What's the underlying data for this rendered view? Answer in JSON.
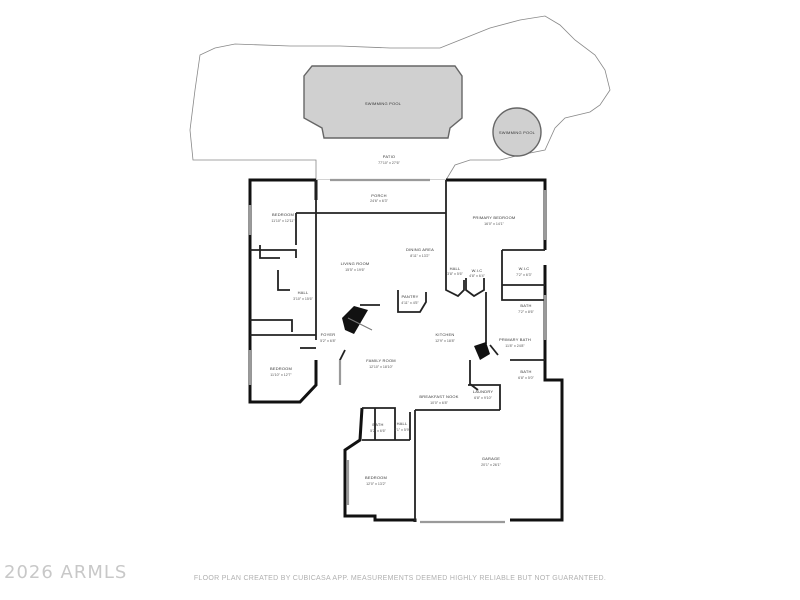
{
  "rooms": {
    "pool": {
      "name": "SWIMMING POOL"
    },
    "spa": {
      "name": "SWIMMING POOL"
    },
    "patio": {
      "name": "PATIO",
      "dims": "77'10\" x 27'6\""
    },
    "porch": {
      "name": "PORCH",
      "dims": "24'6\" x 6'3\""
    },
    "bedroom_nw": {
      "name": "BEDROOM",
      "dims": "11'10\" x 12'11\""
    },
    "living_room": {
      "name": "LIVING ROOM",
      "dims": "15'5\" x 19'6\""
    },
    "dining_area": {
      "name": "DINING AREA",
      "dims": "8'11\" x 13'2\""
    },
    "primary_bedroom": {
      "name": "PRIMARY BEDROOM",
      "dims": "16'0\" x 14'1\""
    },
    "hall_primary": {
      "name": "HALL",
      "dims": "3'8\" x 5'6\""
    },
    "wic_small": {
      "name": "W.I.C",
      "dims": "4'8\" x 6'4\""
    },
    "wic_large": {
      "name": "W.I.C",
      "dims": "7'2\" x 6'3\""
    },
    "bath_primary_upper": {
      "name": "BATH",
      "dims": "7'2\" x 8'6\""
    },
    "hall_west": {
      "name": "HALL",
      "dims": "3'10\" x 15'6\""
    },
    "pantry": {
      "name": "PANTRY",
      "dims": "4'11\" x 4'5\""
    },
    "foyer": {
      "name": "FOYER",
      "dims": "5'2\" x 6'8\""
    },
    "kitchen": {
      "name": "KITCHEN",
      "dims": "12'9\" x 18'8\""
    },
    "primary_bath": {
      "name": "PRIMARY BATH",
      "dims": "11'8\" x 24'8\""
    },
    "family_room": {
      "name": "FAMILY ROOM",
      "dims": "12'10\" x 18'10\""
    },
    "bedroom_sw": {
      "name": "BEDROOM",
      "dims": "11'10\" x 12'7\""
    },
    "bath_small": {
      "name": "BATH",
      "dims": "6'8\" x 5'0\""
    },
    "laundry": {
      "name": "LAUNDRY",
      "dims": "6'8\" x 9'10\""
    },
    "breakfast_nook": {
      "name": "BREAKFAST NOOK",
      "dims": "10'0\" x 6'8\""
    },
    "bath_center": {
      "name": "BATH",
      "dims": "5'2\" x 6'6\""
    },
    "hall_center": {
      "name": "HALL",
      "dims": "3'1\" x 5'9\""
    },
    "bedroom_south": {
      "name": "BEDROOM",
      "dims": "12'0\" x 13'2\""
    },
    "garage": {
      "name": "GARAGE",
      "dims": "20'1\" x 26'1\""
    }
  },
  "watermark": "2026 ARMLS",
  "footer": "FLOOR PLAN CREATED BY CUBICASA APP. MEASUREMENTS DEEMED HIGHLY RELIABLE BUT NOT GUARANTEED."
}
